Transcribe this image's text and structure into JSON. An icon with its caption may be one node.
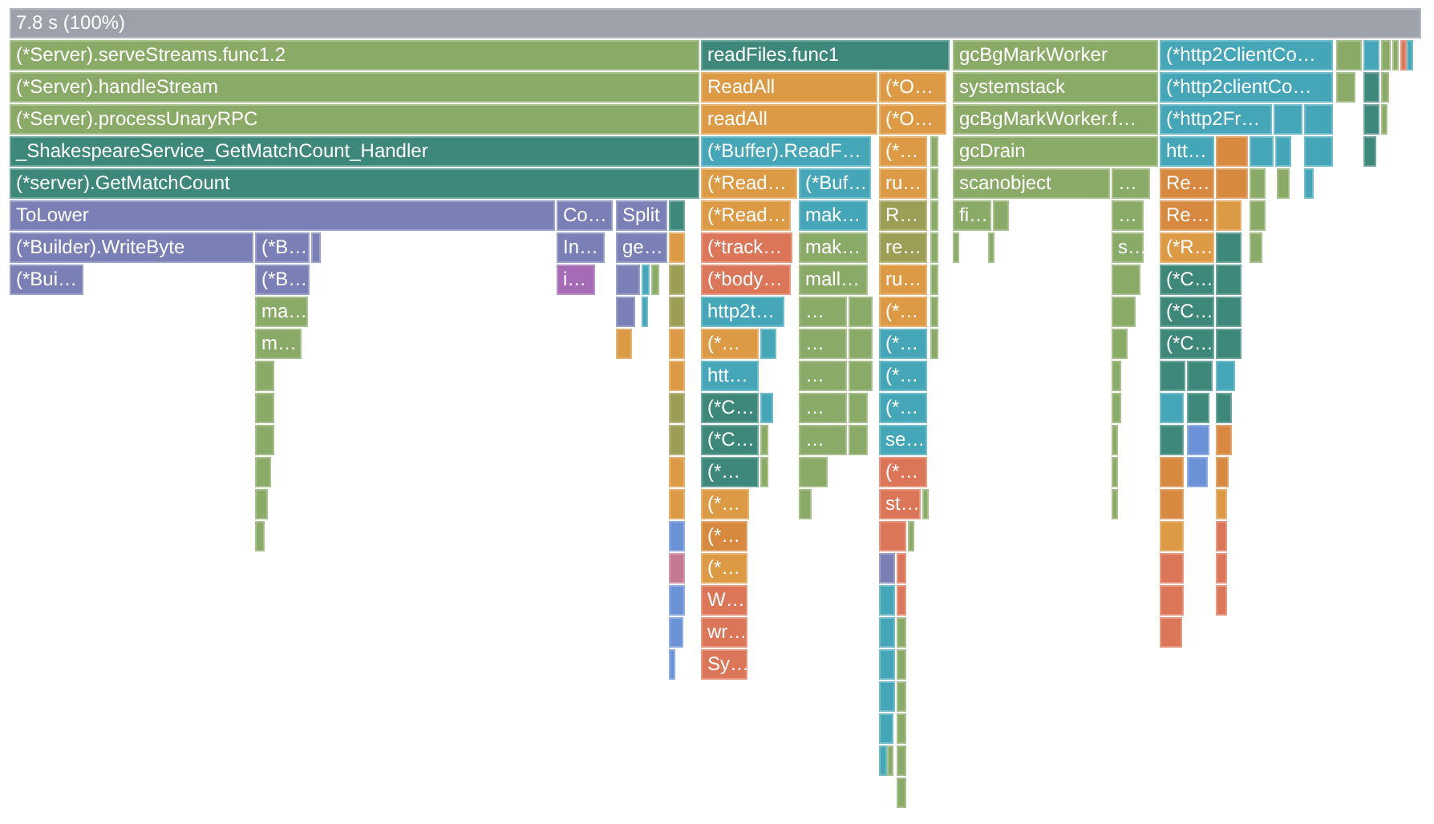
{
  "diagram": {
    "nodes": [
      {
        "text": [
          "7.8 s (100%)"
        ]
      },
      {
        "text": [
          "(*Server).serveStreams.func1.2"
        ]
      },
      {
        "text": [
          "readFiles.func1"
        ]
      },
      {
        "text": [
          "gcBgMarkWorker"
        ]
      },
      {
        "text": [
          "(*http2ClientCo…"
        ]
      },
      {
        "text": [],
        "shape": "bar"
      },
      {
        "text": [],
        "shape": "bar"
      },
      {
        "text": [],
        "shape": "bar"
      },
      {
        "text": [],
        "shape": "bar"
      },
      {
        "text": [],
        "shape": "bar"
      },
      {
        "text": [],
        "shape": "bar"
      },
      {
        "text": [
          "(*Server).handleStream"
        ]
      },
      {
        "text": [
          "ReadAll"
        ]
      },
      {
        "text": [
          "(*O…"
        ]
      },
      {
        "text": [
          "systemstack"
        ]
      },
      {
        "text": [
          "(*http2clientCo…"
        ]
      },
      {
        "text": [],
        "shape": "bar"
      },
      {
        "text": [],
        "shape": "bar"
      },
      {
        "text": [],
        "shape": "bar"
      },
      {
        "text": [
          "(*Server).processUnaryRPC"
        ]
      },
      {
        "text": [
          "readAll"
        ]
      },
      {
        "text": [
          "(*O…"
        ]
      },
      {
        "text": [
          "gcBgMarkWorker.f…"
        ]
      },
      {
        "text": [
          "(*http2Fr…"
        ]
      },
      {
        "text": [],
        "shape": "bar"
      },
      {
        "text": [],
        "shape": "bar"
      },
      {
        "text": [],
        "shape": "bar"
      },
      {
        "text": [],
        "shape": "bar"
      },
      {
        "text": [
          "_ShakespeareService_GetMatchCount_Handler"
        ]
      },
      {
        "text": [
          "(*Buffer).ReadF…"
        ]
      },
      {
        "text": [
          "(*…"
        ]
      },
      {
        "text": [],
        "shape": "bar"
      },
      {
        "text": [
          "gcDrain"
        ]
      },
      {
        "text": [
          "htt…"
        ]
      },
      {
        "text": [],
        "shape": "bar"
      },
      {
        "text": [],
        "shape": "bar"
      },
      {
        "text": [],
        "shape": "bar"
      },
      {
        "text": [],
        "shape": "bar"
      },
      {
        "text": [],
        "shape": "bar"
      },
      {
        "text": [
          "(*server).GetMatchCount"
        ]
      },
      {
        "text": [
          "(*Read…"
        ]
      },
      {
        "text": [
          "(*Buf…"
        ]
      },
      {
        "text": [
          "ru…"
        ]
      },
      {
        "text": [],
        "shape": "bar"
      },
      {
        "text": [
          "scanobject"
        ]
      },
      {
        "text": [
          "…"
        ]
      },
      {
        "text": [
          "Re…"
        ]
      },
      {
        "text": [],
        "shape": "bar"
      },
      {
        "text": [],
        "shape": "bar"
      },
      {
        "text": [],
        "shape": "bar"
      },
      {
        "text": [],
        "shape": "bar"
      },
      {
        "text": [
          "ToLower"
        ]
      },
      {
        "text": [
          "Co…"
        ]
      },
      {
        "text": [
          "Split"
        ]
      },
      {
        "text": [],
        "shape": "bar"
      },
      {
        "text": [
          "(*Read…"
        ]
      },
      {
        "text": [
          "mak…"
        ]
      },
      {
        "text": [
          "R…"
        ]
      },
      {
        "text": [],
        "shape": "bar"
      },
      {
        "text": [
          "fi…"
        ]
      },
      {
        "text": [],
        "shape": "bar"
      },
      {
        "text": [
          "…"
        ]
      },
      {
        "text": [
          "Re…"
        ]
      },
      {
        "text": [],
        "shape": "bar"
      },
      {
        "text": [],
        "shape": "bar"
      },
      {
        "text": [
          "(*Builder).WriteByte"
        ]
      },
      {
        "text": [
          "(*B…"
        ]
      },
      {
        "text": [],
        "shape": "bar"
      },
      {
        "text": [
          "In…"
        ]
      },
      {
        "text": [
          "ge…"
        ]
      },
      {
        "text": [],
        "shape": "bar"
      },
      {
        "text": [
          "(*track…"
        ]
      },
      {
        "text": [
          "mak…"
        ]
      },
      {
        "text": [
          "re…"
        ]
      },
      {
        "text": [],
        "shape": "bar"
      },
      {
        "text": [],
        "shape": "bar"
      },
      {
        "text": [],
        "shape": "bar"
      },
      {
        "text": [
          "s…"
        ]
      },
      {
        "text": [
          "(*R…"
        ]
      },
      {
        "text": [],
        "shape": "bar"
      },
      {
        "text": [],
        "shape": "bar"
      },
      {
        "text": [
          "(*Bui…"
        ]
      },
      {
        "text": [
          "(*B…"
        ]
      },
      {
        "text": [
          "i…"
        ]
      },
      {
        "text": [],
        "shape": "bar"
      },
      {
        "text": [],
        "shape": "bar"
      },
      {
        "text": [],
        "shape": "bar"
      },
      {
        "text": [],
        "shape": "bar"
      },
      {
        "text": [
          "(*body…"
        ]
      },
      {
        "text": [
          "mall…"
        ]
      },
      {
        "text": [
          "ru…"
        ]
      },
      {
        "text": [],
        "shape": "bar"
      },
      {
        "text": [],
        "shape": "bar"
      },
      {
        "text": [
          "(*C…"
        ]
      },
      {
        "text": [],
        "shape": "bar"
      },
      {
        "text": [
          "ma…"
        ]
      },
      {
        "text": [],
        "shape": "bar"
      },
      {
        "text": [],
        "shape": "bar"
      },
      {
        "text": [],
        "shape": "bar"
      },
      {
        "text": [
          "http2t…"
        ]
      },
      {
        "text": [
          "…"
        ]
      },
      {
        "text": [],
        "shape": "bar"
      },
      {
        "text": [
          "(*…"
        ]
      },
      {
        "text": [],
        "shape": "bar"
      },
      {
        "text": [],
        "shape": "bar"
      },
      {
        "text": [
          "(*C…"
        ]
      },
      {
        "text": [],
        "shape": "bar"
      },
      {
        "text": [
          "m…"
        ]
      },
      {
        "text": [],
        "shape": "bar"
      },
      {
        "text": [],
        "shape": "bar"
      },
      {
        "text": [
          "(*…"
        ]
      },
      {
        "text": [],
        "shape": "bar"
      },
      {
        "text": [
          "…"
        ]
      },
      {
        "text": [],
        "shape": "bar"
      },
      {
        "text": [
          "(*…"
        ]
      },
      {
        "text": [],
        "shape": "bar"
      },
      {
        "text": [],
        "shape": "bar"
      },
      {
        "text": [
          "(*C…"
        ]
      },
      {
        "text": [],
        "shape": "bar"
      },
      {
        "text": [],
        "shape": "bar"
      },
      {
        "text": [],
        "shape": "bar"
      },
      {
        "text": [
          "htt…"
        ]
      },
      {
        "text": [
          "…"
        ]
      },
      {
        "text": [],
        "shape": "bar"
      },
      {
        "text": [
          "(*…"
        ]
      },
      {
        "text": [],
        "shape": "bar"
      },
      {
        "text": [],
        "shape": "bar"
      },
      {
        "text": [],
        "shape": "bar"
      },
      {
        "text": [],
        "shape": "bar"
      },
      {
        "text": [],
        "shape": "bar"
      },
      {
        "text": [],
        "shape": "bar"
      },
      {
        "text": [
          "(*C…"
        ]
      },
      {
        "text": [],
        "shape": "bar"
      },
      {
        "text": [
          "…"
        ]
      },
      {
        "text": [],
        "shape": "bar"
      },
      {
        "text": [
          "(*…"
        ]
      },
      {
        "text": [],
        "shape": "bar"
      },
      {
        "text": [],
        "shape": "bar"
      },
      {
        "text": [],
        "shape": "bar"
      },
      {
        "text": [],
        "shape": "bar"
      },
      {
        "text": [],
        "shape": "bar"
      },
      {
        "text": [],
        "shape": "bar"
      },
      {
        "text": [
          "(*C…"
        ]
      },
      {
        "text": [],
        "shape": "bar"
      },
      {
        "text": [
          "…"
        ]
      },
      {
        "text": [],
        "shape": "bar"
      },
      {
        "text": [
          "se…"
        ]
      },
      {
        "text": [],
        "shape": "bar"
      },
      {
        "text": [],
        "shape": "bar"
      },
      {
        "text": [],
        "shape": "bar"
      },
      {
        "text": [],
        "shape": "bar"
      },
      {
        "text": [],
        "shape": "bar"
      },
      {
        "text": [],
        "shape": "bar"
      },
      {
        "text": [
          "(*…"
        ]
      },
      {
        "text": [],
        "shape": "bar"
      },
      {
        "text": [],
        "shape": "bar"
      },
      {
        "text": [
          "(*…"
        ]
      },
      {
        "text": [],
        "shape": "bar"
      },
      {
        "text": [],
        "shape": "bar"
      },
      {
        "text": [],
        "shape": "bar"
      },
      {
        "text": [],
        "shape": "bar"
      },
      {
        "text": [],
        "shape": "bar"
      },
      {
        "text": [],
        "shape": "bar"
      },
      {
        "text": [
          "(*…"
        ]
      },
      {
        "text": [],
        "shape": "bar"
      },
      {
        "text": [
          "st…"
        ]
      },
      {
        "text": [],
        "shape": "bar"
      },
      {
        "text": [],
        "shape": "bar"
      },
      {
        "text": [],
        "shape": "bar"
      },
      {
        "text": [],
        "shape": "bar"
      },
      {
        "text": [],
        "shape": "bar"
      },
      {
        "text": [],
        "shape": "bar"
      },
      {
        "text": [
          "(*…"
        ]
      },
      {
        "text": [],
        "shape": "bar"
      },
      {
        "text": [],
        "shape": "bar"
      },
      {
        "text": [],
        "shape": "bar"
      },
      {
        "text": [],
        "shape": "bar"
      },
      {
        "text": [],
        "shape": "bar"
      },
      {
        "text": [
          "(*…"
        ]
      },
      {
        "text": [],
        "shape": "bar"
      },
      {
        "text": [],
        "shape": "bar"
      },
      {
        "text": [],
        "shape": "bar"
      },
      {
        "text": [],
        "shape": "bar"
      },
      {
        "text": [],
        "shape": "bar"
      },
      {
        "text": [
          "W…"
        ]
      },
      {
        "text": [],
        "shape": "bar"
      },
      {
        "text": [],
        "shape": "bar"
      },
      {
        "text": [],
        "shape": "bar"
      },
      {
        "text": [],
        "shape": "bar"
      },
      {
        "text": [],
        "shape": "bar"
      },
      {
        "text": [
          "wr…"
        ]
      },
      {
        "text": [],
        "shape": "bar"
      },
      {
        "text": [],
        "shape": "bar"
      },
      {
        "text": [],
        "shape": "bar"
      },
      {
        "text": [],
        "shape": "bar"
      },
      {
        "text": [
          "Sy…"
        ]
      },
      {
        "text": [],
        "shape": "bar"
      },
      {
        "text": [],
        "shape": "bar"
      },
      {
        "text": [],
        "shape": "bar"
      },
      {
        "text": [],
        "shape": "bar"
      },
      {
        "text": [],
        "shape": "bar"
      },
      {
        "text": [],
        "shape": "bar"
      },
      {
        "text": [],
        "shape": "bar"
      },
      {
        "text": [],
        "shape": "bar"
      },
      {
        "text": [],
        "shape": "bar"
      },
      {
        "text": [],
        "shape": "bar"
      }
    ]
  }
}
